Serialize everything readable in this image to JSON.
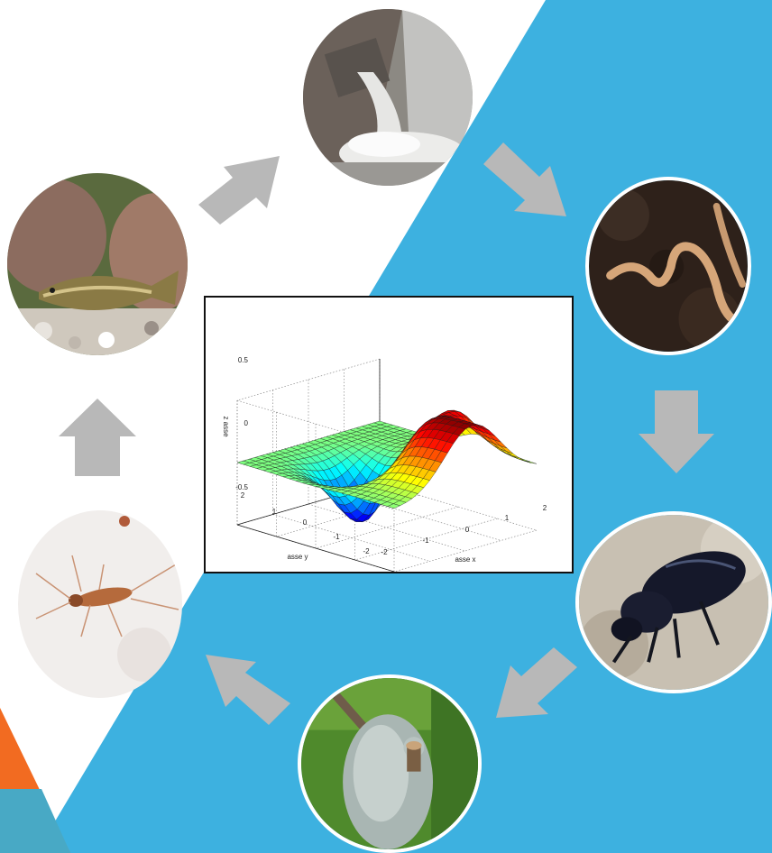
{
  "colors": {
    "background": "#ffffff",
    "blue_band": "#3db1e0",
    "orange_accent": "#f26b21",
    "teal_accent": "#48a9c5",
    "arrow_gray": "#b8b8b8",
    "node_border": "#ffffff"
  },
  "cycle": {
    "nodes": [
      {
        "name": "wastewater-outfall",
        "icon": "outfall-photo"
      },
      {
        "name": "worm",
        "icon": "worm-photo"
      },
      {
        "name": "beetle",
        "icon": "beetle-photo"
      },
      {
        "name": "lichen",
        "icon": "lichen-photo"
      },
      {
        "name": "stonefly-larva",
        "icon": "stonefly-photo"
      },
      {
        "name": "trout",
        "icon": "trout-photo"
      }
    ],
    "arrow_count": 6
  },
  "surface_plot": {
    "z_axis_label": "z asse",
    "y_axis_label": "asse y",
    "x_axis_label": "asse x",
    "z_ticks": [
      "0.5",
      "0",
      "-0.5"
    ],
    "y_ticks": [
      "2",
      "1",
      "0",
      "-1",
      "-2"
    ],
    "x_ticks": [
      "-2",
      "-1",
      "0",
      "1",
      "2"
    ],
    "z_range": [
      -0.5,
      0.5
    ],
    "x_range": [
      -2,
      2
    ],
    "y_range": [
      -2,
      2
    ],
    "colormap": "jet"
  }
}
